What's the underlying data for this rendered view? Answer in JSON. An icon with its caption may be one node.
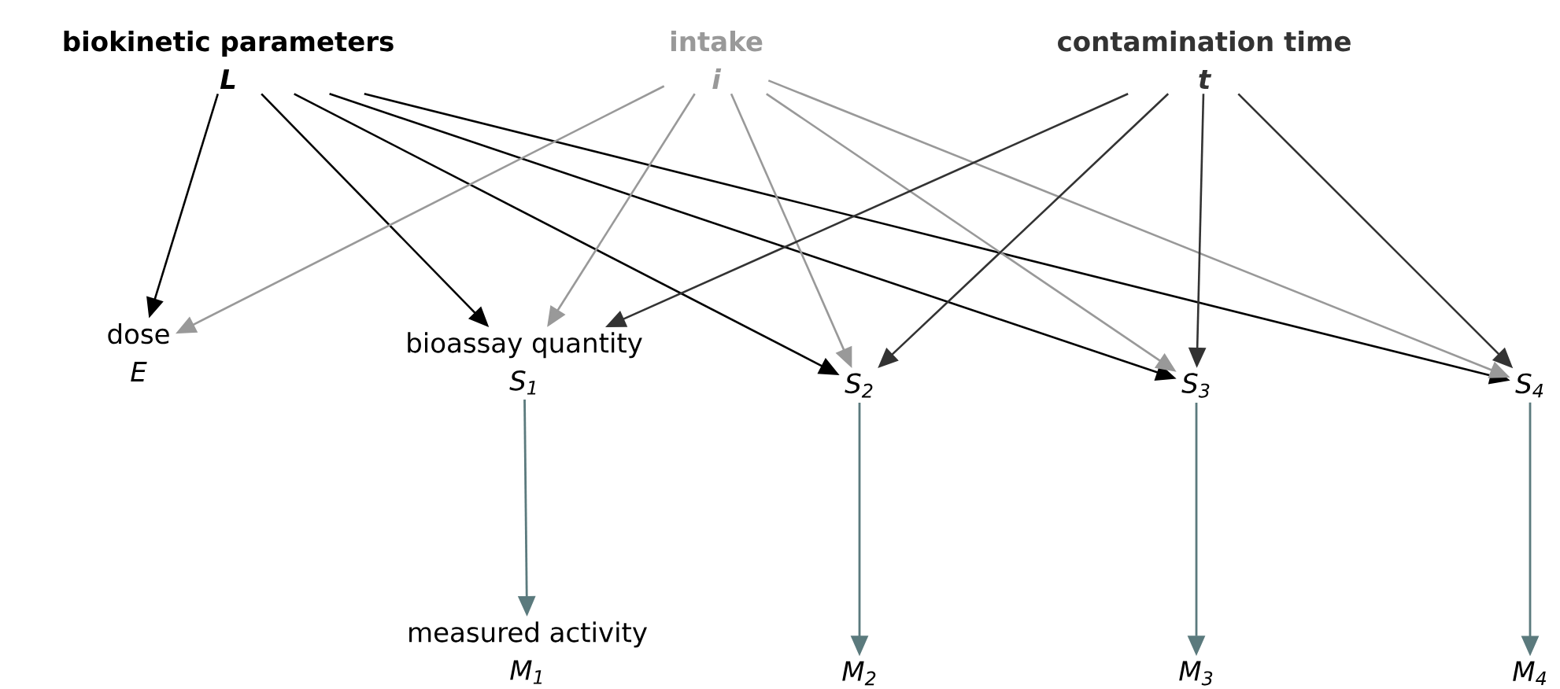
{
  "diagram": {
    "nodes": [
      {
        "text": [
          "biokinetic parameters",
          "L"
        ]
      },
      {
        "text": [
          "intake",
          "i"
        ]
      },
      {
        "text": [
          "contamination time",
          "t"
        ]
      },
      {
        "text": [
          "dose",
          "E"
        ]
      },
      {
        "text": [
          "bioassay quantity",
          "S$_{1}$"
        ]
      },
      {
        "text": [
          "S$_{2}$"
        ]
      },
      {
        "text": [
          "S$_{3}$"
        ]
      },
      {
        "text": [
          "S$_{4}$"
        ]
      },
      {
        "text": [
          "measured activity",
          "M$_{1}$"
        ]
      },
      {
        "text": [
          "M$_{2}$"
        ]
      },
      {
        "text": [
          "M$_{3}$"
        ]
      },
      {
        "text": [
          "M$_{4}$"
        ]
      }
    ],
    "edges": [
      {
        "from": 0,
        "to": 3,
        "arrow": "to",
        "color": "#000000"
      },
      {
        "from": 0,
        "to": 4,
        "arrow": "to",
        "color": "#000000"
      },
      {
        "from": 0,
        "to": 5,
        "arrow": "to",
        "color": "#000000"
      },
      {
        "from": 0,
        "to": 6,
        "arrow": "to",
        "color": "#000000"
      },
      {
        "from": 0,
        "to": 7,
        "arrow": "to",
        "color": "#000000"
      },
      {
        "from": 1,
        "to": 3,
        "arrow": "to",
        "color": "#999999"
      },
      {
        "from": 1,
        "to": 4,
        "arrow": "to",
        "color": "#999999"
      },
      {
        "from": 1,
        "to": 5,
        "arrow": "to",
        "color": "#999999"
      },
      {
        "from": 1,
        "to": 6,
        "arrow": "to",
        "color": "#999999"
      },
      {
        "from": 1,
        "to": 7,
        "arrow": "to",
        "color": "#999999"
      },
      {
        "from": 2,
        "to": 4,
        "arrow": "to",
        "color": "#333333"
      },
      {
        "from": 2,
        "to": 5,
        "arrow": "to",
        "color": "#333333"
      },
      {
        "from": 2,
        "to": 6,
        "arrow": "to",
        "color": "#333333"
      },
      {
        "from": 2,
        "to": 7,
        "arrow": "to",
        "color": "#333333"
      },
      {
        "from": 4,
        "to": 8,
        "arrow": "to",
        "color": "#5b7a7d"
      },
      {
        "from": 5,
        "to": 9,
        "arrow": "to",
        "color": "#5b7a7d"
      },
      {
        "from": 6,
        "to": 10,
        "arrow": "to",
        "color": "#5b7a7d"
      },
      {
        "from": 7,
        "to": 11,
        "arrow": "to",
        "color": "#5b7a7d"
      }
    ]
  }
}
